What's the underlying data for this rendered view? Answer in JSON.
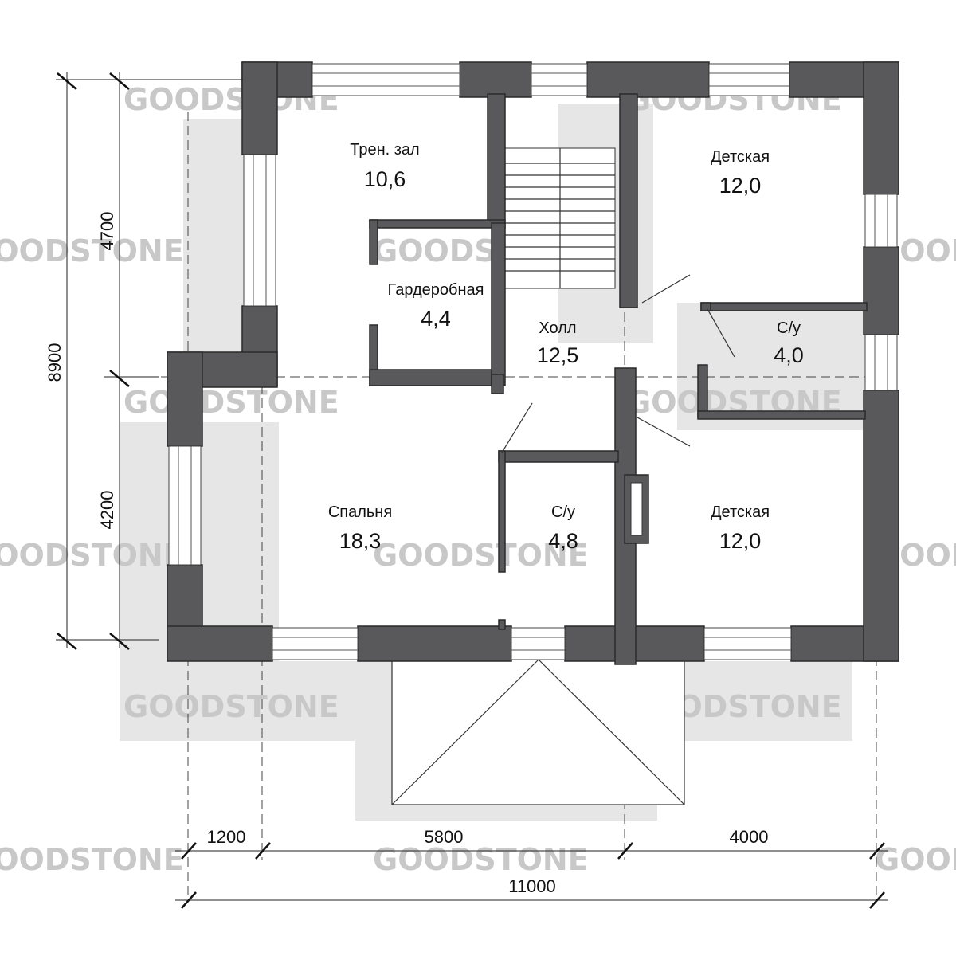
{
  "watermark": "GOODSTONE",
  "colors": {
    "wall": "#59595b",
    "watermark": "#c8c8c8",
    "shadow": "#e6e6e6",
    "line": "#333333"
  },
  "rooms": [
    {
      "id": "gym",
      "name": "Трен. зал",
      "area": "10,6"
    },
    {
      "id": "kids1",
      "name": "Детская",
      "area": "12,0"
    },
    {
      "id": "wardrobe",
      "name": "Гардеробная",
      "area": "4,4"
    },
    {
      "id": "hall",
      "name": "Холл",
      "area": "12,5"
    },
    {
      "id": "bath1",
      "name": "С/у",
      "area": "4,0"
    },
    {
      "id": "bedroom",
      "name": "Спальня",
      "area": "18,3"
    },
    {
      "id": "bath2",
      "name": "С/у",
      "area": "4,8"
    },
    {
      "id": "kids2",
      "name": "Детская",
      "area": "12,0"
    }
  ],
  "dimensions": {
    "left": [
      "4700",
      "4200",
      "8900"
    ],
    "bottom": [
      "1200",
      "5800",
      "4000",
      "11000"
    ]
  }
}
